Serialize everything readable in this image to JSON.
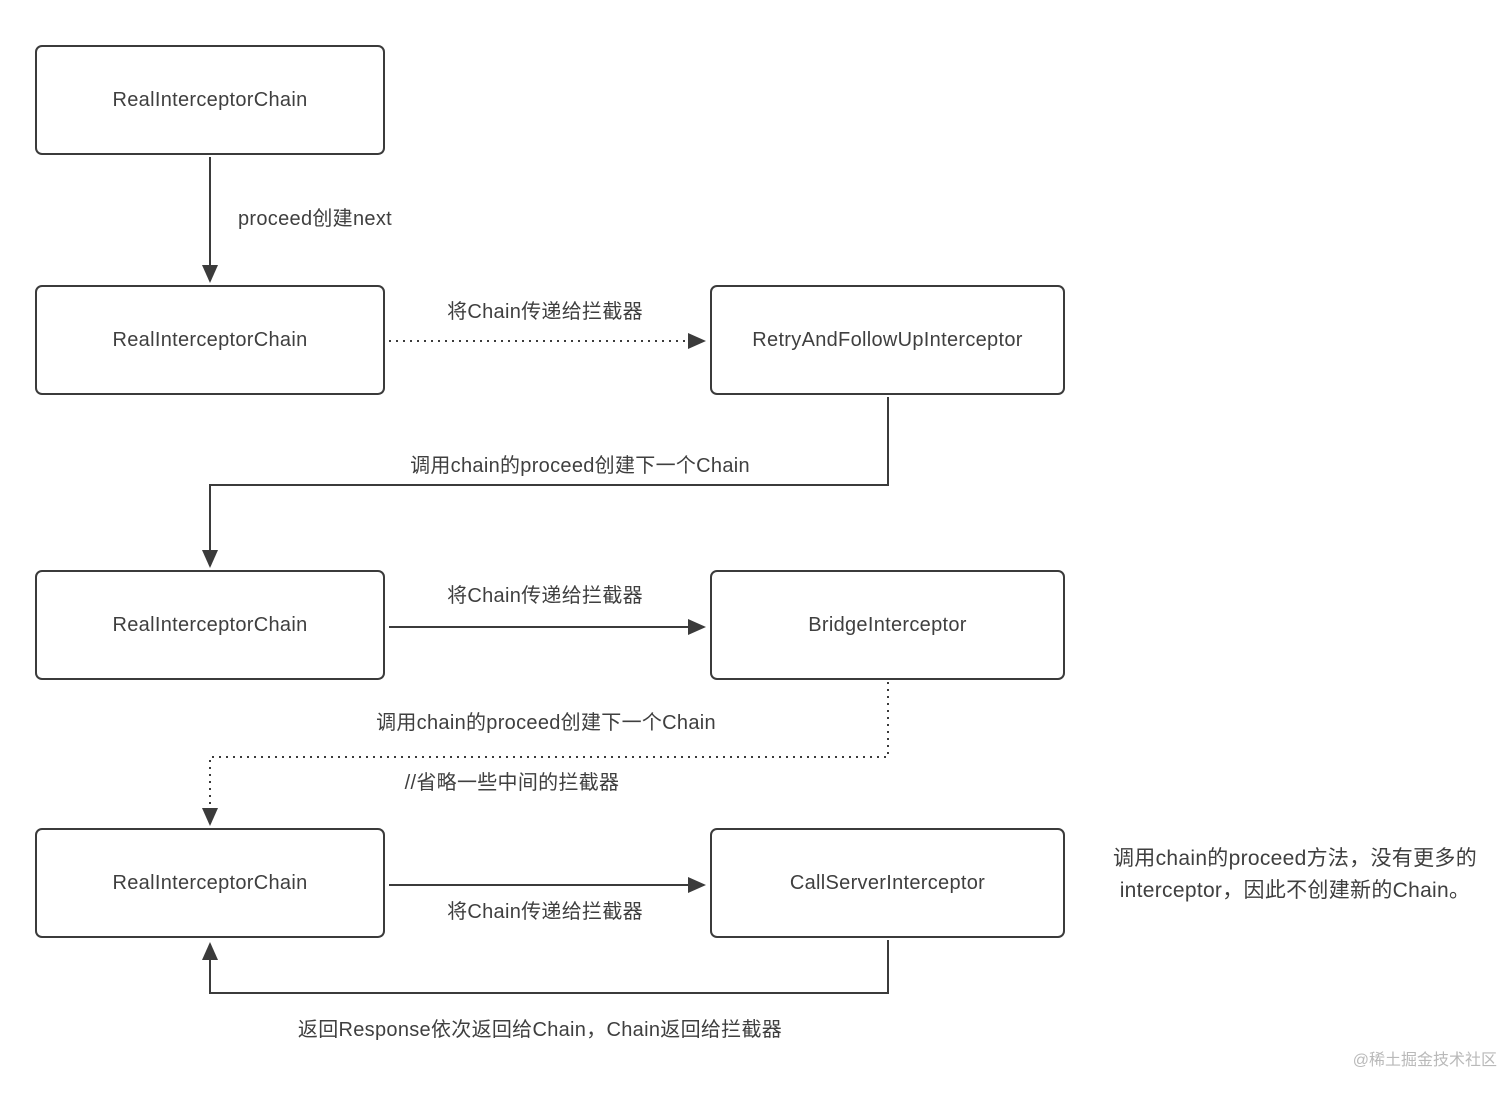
{
  "colors": {
    "background": "#ffffff",
    "box_border": "#3b3b3b",
    "text": "#3f3f3f",
    "watermark": "#b9b9b9"
  },
  "boxes": {
    "box1": "RealInterceptorChain",
    "box2": "RealInterceptorChain",
    "box3": "RetryAndFollowUpInterceptor",
    "box4": "RealInterceptorChain",
    "box5": "BridgeInterceptor",
    "box6": "RealInterceptorChain",
    "box7": "CallServerInterceptor"
  },
  "labels": {
    "proceed_next": "proceed创建next",
    "pass_chain_1": "将Chain传递给拦截器",
    "proceed_create_1": "调用chain的proceed创建下一个Chain",
    "pass_chain_2": "将Chain传递给拦截器",
    "proceed_create_2": "调用chain的proceed创建下一个Chain",
    "omit_middle": "//省略一些中间的拦截器",
    "pass_chain_3": "将Chain传递给拦截器",
    "return_response": "返回Response依次返回给Chain，Chain返回给拦截器",
    "side_note_line1": "调用chain的proceed方法，没有更多的",
    "side_note_line2": "interceptor，因此不创建新的Chain。",
    "watermark": "@稀土掘金技术社区"
  }
}
